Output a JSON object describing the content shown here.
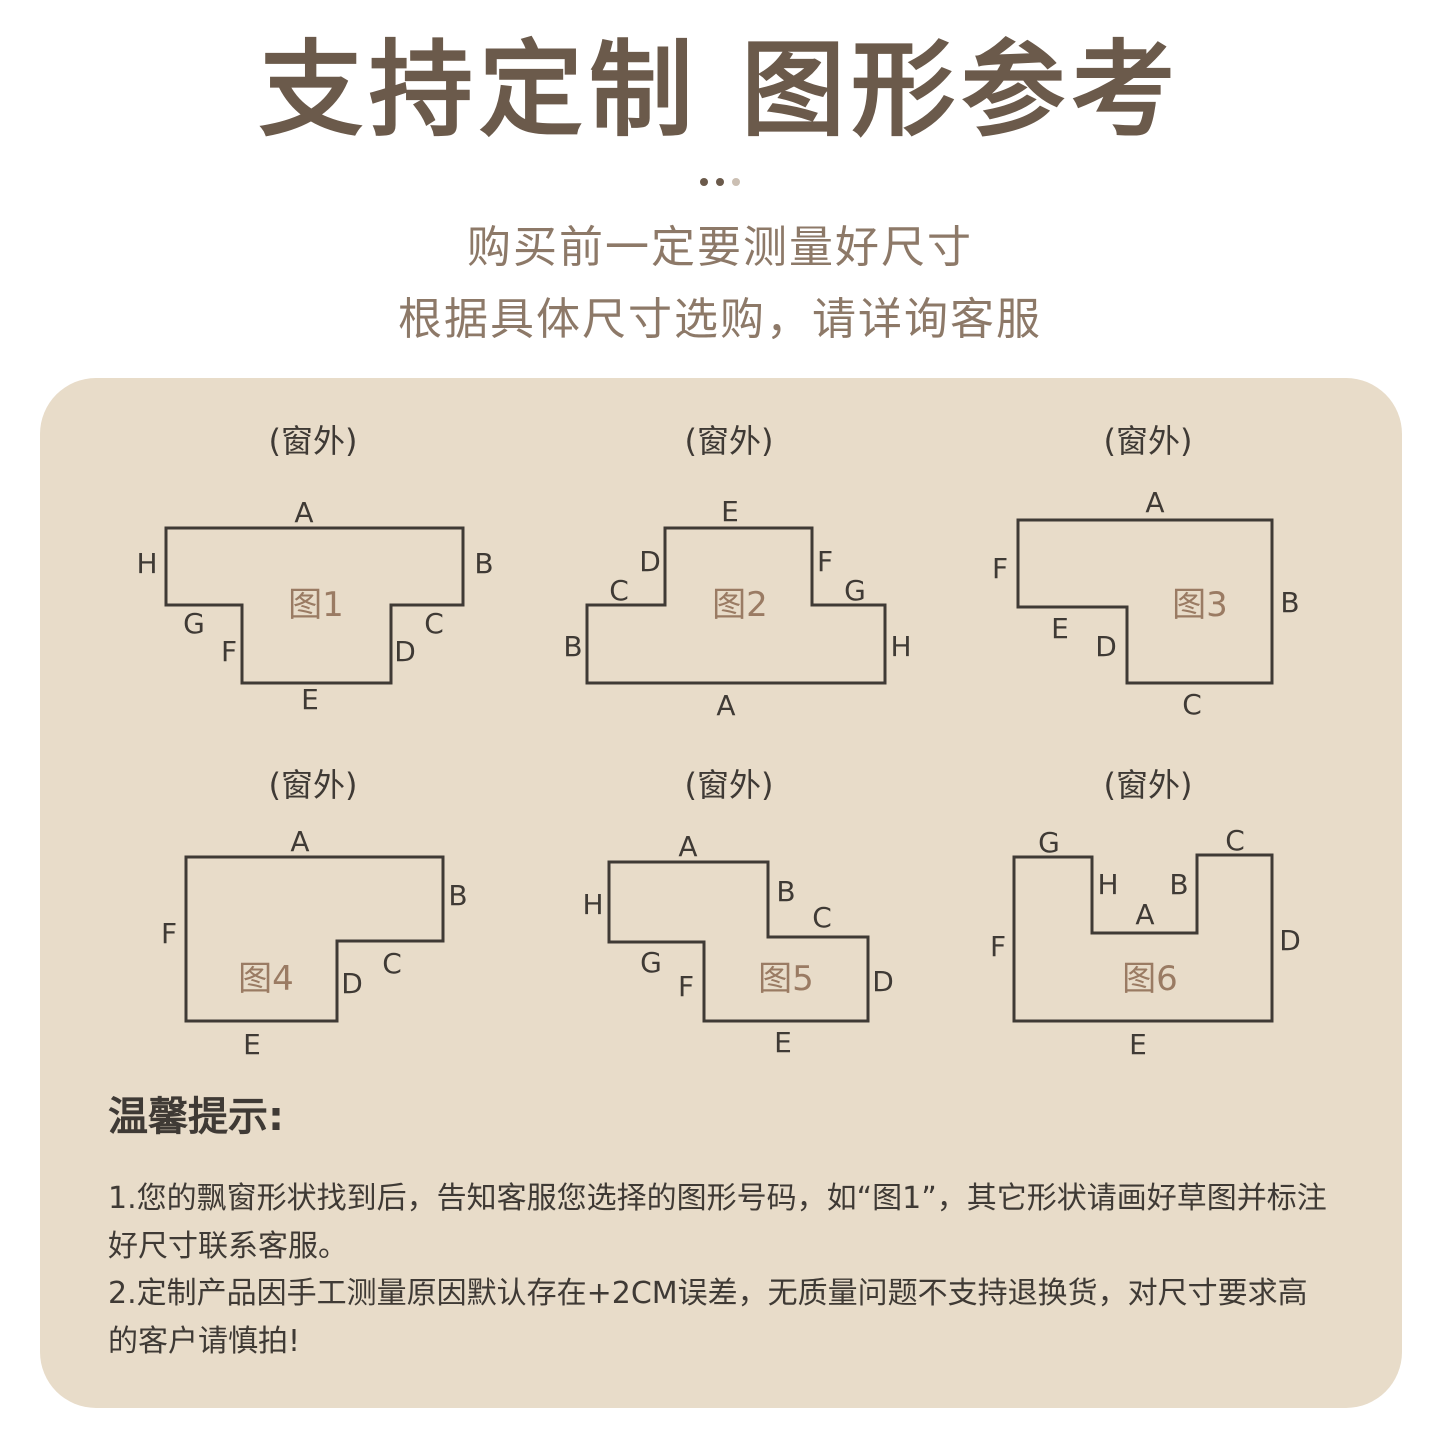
{
  "header": {
    "title": "支持定制 图形参考",
    "subtitle_line1": "购买前一定要测量好尺寸",
    "subtitle_line2": "根据具体尺寸选购，请详询客服"
  },
  "diagrams": [
    {
      "caption": "(窗外)",
      "name": "图1",
      "labels": [
        "A",
        "B",
        "C",
        "D",
        "E",
        "F",
        "G",
        "H"
      ]
    },
    {
      "caption": "(窗外)",
      "name": "图2",
      "labels": [
        "A",
        "B",
        "C",
        "D",
        "E",
        "F",
        "G",
        "H"
      ]
    },
    {
      "caption": "(窗外)",
      "name": "图3",
      "labels": [
        "A",
        "B",
        "C",
        "D",
        "E",
        "F"
      ]
    },
    {
      "caption": "(窗外)",
      "name": "图4",
      "labels": [
        "A",
        "B",
        "C",
        "D",
        "E",
        "F"
      ]
    },
    {
      "caption": "(窗外)",
      "name": "图5",
      "labels": [
        "A",
        "B",
        "C",
        "D",
        "E",
        "F",
        "G",
        "H"
      ]
    },
    {
      "caption": "(窗外)",
      "name": "图6",
      "labels": [
        "A",
        "B",
        "C",
        "D",
        "E",
        "F",
        "G",
        "H"
      ]
    }
  ],
  "tips": {
    "title": "温馨提示:",
    "items": [
      "1.您的飘窗形状找到后，告知客服您选择的图形号码，如“图1”，其它形状请画好草图并标注好尺寸联系客服。",
      "2.定制产品因手工测量原因默认存在+2CM误差，无质量问题不支持退换货，对尺寸要求高的客户请慎拍!"
    ]
  },
  "colors": {
    "title": "#6b5a4b",
    "subtitle": "#8d7968",
    "panel": "#e8dcc9",
    "figure_label": "#9a7b63",
    "line": "#3f3a35"
  }
}
